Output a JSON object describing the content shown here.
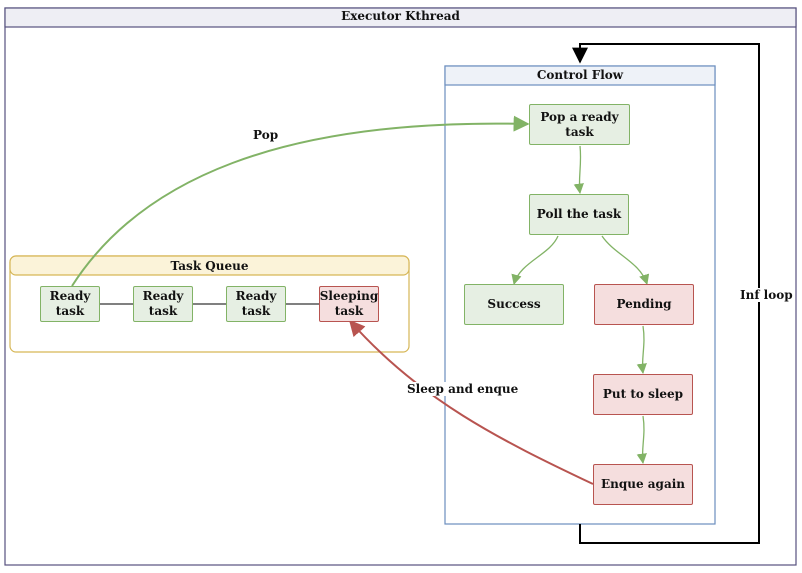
{
  "executor": {
    "title": "Executor Kthread"
  },
  "control_flow": {
    "title": "Control Flow",
    "nodes": {
      "pop": "Pop a ready task",
      "poll": "Poll the task",
      "success": "Success",
      "pending": "Pending",
      "sleep": "Put to sleep",
      "enque": "Enque again"
    }
  },
  "task_queue": {
    "title": "Task Queue",
    "items": [
      "Ready\ntask",
      "Ready\ntask",
      "Ready\ntask",
      "Sleeping\ntask"
    ]
  },
  "edges": {
    "pop": "Pop",
    "sleep_enque": "Sleep and enque",
    "inf_loop": "Inf loop"
  },
  "colors": {
    "green_fill": "#e6efe3",
    "green_stroke": "#82b366",
    "red_fill": "#f5dede",
    "red_stroke": "#b85450",
    "blue_stroke": "#6c8ebf",
    "yellow_stroke": "#d6b656",
    "executor_stroke": "#56517e"
  }
}
